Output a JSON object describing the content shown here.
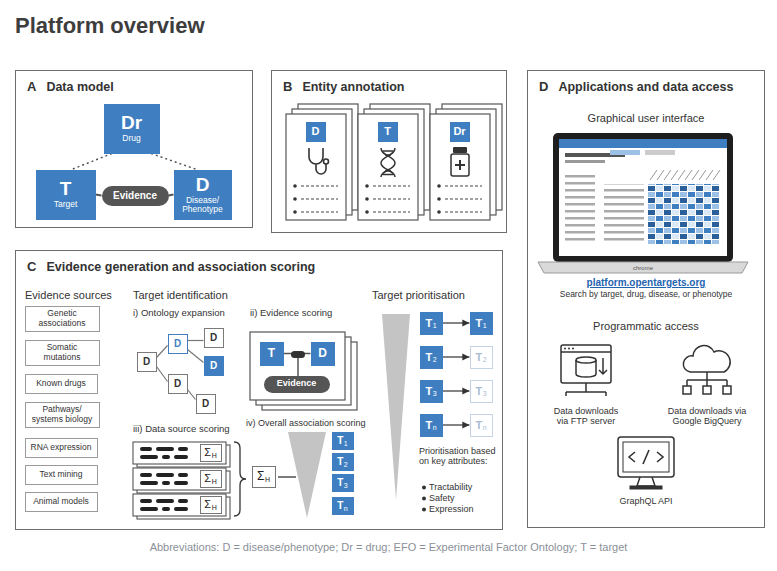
{
  "diagram": {
    "title": "Platform overview",
    "caption": "Abbreviations: D = disease/phenotype; Dr = drug; EFO = Experimental Factor Ontology; T = target",
    "nodes": [
      {
        "text": [
          "A",
          "Data model"
        ]
      },
      {
        "text": [
          "Dr",
          "Drug"
        ],
        "in": 0
      },
      {
        "text": [
          "T",
          "Target"
        ],
        "in": 0
      },
      {
        "text": [
          "Evidence"
        ],
        "in": 0
      },
      {
        "text": [
          "D",
          "Disease/ Phenotype"
        ],
        "in": 0
      },
      {
        "text": [
          "B",
          "Entity annotation"
        ]
      },
      {
        "text": [
          "D"
        ],
        "in": 5
      },
      {
        "text": [
          "T"
        ],
        "in": 5
      },
      {
        "text": [
          "Dr"
        ],
        "in": 5
      },
      {
        "text": [
          "C",
          "Evidence generation and association scoring"
        ]
      },
      {
        "text": [
          "Genetic associations"
        ],
        "in": 9
      },
      {
        "text": [
          "Somatic mutations"
        ],
        "in": 9
      },
      {
        "text": [
          "Known drugs"
        ],
        "in": 9
      },
      {
        "text": [
          "Pathways/ systems biology"
        ],
        "in": 9
      },
      {
        "text": [
          "RNA expression"
        ],
        "in": 9
      },
      {
        "text": [
          "Text mining"
        ],
        "in": 9
      },
      {
        "text": [
          "Animal models"
        ],
        "in": 9
      },
      {
        "text": [
          "D"
        ],
        "in": 9
      },
      {
        "text": [
          "D"
        ],
        "in": 9
      },
      {
        "text": [
          "D"
        ],
        "in": 9
      },
      {
        "text": [
          "D"
        ],
        "in": 9
      },
      {
        "text": [
          "D"
        ],
        "in": 9
      },
      {
        "text": [
          "D"
        ],
        "in": 9
      },
      {
        "text": [
          "T"
        ],
        "in": 9
      },
      {
        "text": [
          "Evidence"
        ],
        "in": 9
      },
      {
        "text": [
          "D"
        ],
        "in": 9
      },
      {
        "text": [
          "Σ",
          "H"
        ],
        "in": 9
      },
      {
        "text": [
          "Σ",
          "H"
        ],
        "in": 9
      },
      {
        "text": [
          "Σ",
          "H"
        ],
        "in": 9
      },
      {
        "text": [
          "Σ",
          "H"
        ],
        "in": 9
      },
      {
        "text": [
          "T",
          "1"
        ],
        "in": 9
      },
      {
        "text": [
          "T",
          "2"
        ],
        "in": 9
      },
      {
        "text": [
          "T",
          "3"
        ],
        "in": 9
      },
      {
        "text": [
          "T",
          "n"
        ],
        "in": 9
      },
      {
        "text": [
          "T",
          "1"
        ],
        "in": 9
      },
      {
        "text": [
          "T",
          "2"
        ],
        "in": 9
      },
      {
        "text": [
          "T",
          "3"
        ],
        "in": 9
      },
      {
        "text": [
          "T",
          "n"
        ],
        "in": 9
      },
      {
        "text": [
          "T",
          "1"
        ],
        "in": 9
      },
      {
        "text": [
          "T",
          "2"
        ],
        "in": 9
      },
      {
        "text": [
          "T",
          "3"
        ],
        "in": 9
      },
      {
        "text": [
          "T",
          "n"
        ],
        "in": 9
      },
      {
        "text": [
          "D",
          "Applications and data access"
        ]
      }
    ],
    "edges": [
      {
        "from": 2,
        "to": 3,
        "arrow": "none"
      },
      {
        "from": 3,
        "to": 4,
        "arrow": "none"
      },
      {
        "from": 1,
        "to": 2,
        "arrow": "none"
      },
      {
        "from": 1,
        "to": 4,
        "arrow": "none"
      },
      {
        "from": 17,
        "to": 18,
        "arrow": "none"
      },
      {
        "from": 18,
        "to": 19,
        "arrow": "none"
      },
      {
        "from": 18,
        "to": 20,
        "arrow": "none"
      },
      {
        "from": 17,
        "to": 21,
        "arrow": "none"
      },
      {
        "from": 21,
        "to": 22,
        "arrow": "none"
      },
      {
        "from": 23,
        "to": 25,
        "arrow": "none"
      },
      {
        "from": 34,
        "to": 38,
        "arrow": "to"
      },
      {
        "from": 35,
        "to": 39,
        "arrow": "to"
      },
      {
        "from": 36,
        "to": 40,
        "arrow": "to"
      },
      {
        "from": 37,
        "to": 41,
        "arrow": "to"
      }
    ],
    "labels": [
      "Evidence sources",
      "Target identification",
      "i) Ontology expansion",
      "ii) Evidence scoring",
      "iii) Data source scoring",
      "iv) Overall association scoring",
      "Target prioritisation",
      "Prioritisation based on key attributes:",
      "Tractability",
      "Safety",
      "Expression",
      "Graphical user interface",
      "chrome",
      "platform.opentargets.org",
      "Search by target, drug, disease, or phenotype",
      "Programmatic access",
      "Data downloads via FTP server",
      "Data downloads via Google BigQuery",
      "GraphQL API"
    ]
  }
}
